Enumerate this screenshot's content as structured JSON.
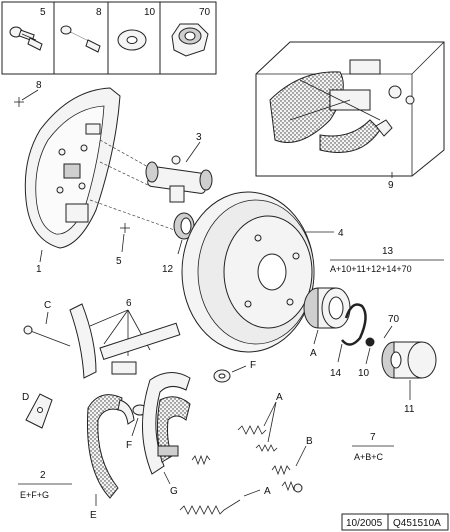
{
  "kit_boxes": [
    {
      "label": "5",
      "icon": "bolt-with-washer-icon"
    },
    {
      "label": "8",
      "icon": "long-screw-icon"
    },
    {
      "label": "10",
      "icon": "flat-washer-icon"
    },
    {
      "label": "70",
      "icon": "hub-nut-icon"
    }
  ],
  "callouts": {
    "c8_top": "8",
    "c3": "3",
    "c9": "9",
    "c1": "1",
    "c5": "5",
    "c12": "12",
    "c4": "4",
    "c13": "13",
    "c13_formula": "A+10+11+12+14+70",
    "cC": "C",
    "c6": "6",
    "cD": "D",
    "cF_top": "F",
    "cA_mid": "A",
    "c14": "14",
    "c10": "10",
    "c70": "70",
    "c11": "11",
    "cA_right": "A",
    "cB": "B",
    "c7": "7",
    "c7_formula": "A+B+C",
    "cF_bot": "F",
    "cE": "E",
    "cG": "G",
    "cA_bot": "A",
    "c2": "2",
    "c2_formula": "E+F+G"
  },
  "footer": {
    "date": "10/2005",
    "ref": "Q451510A"
  }
}
